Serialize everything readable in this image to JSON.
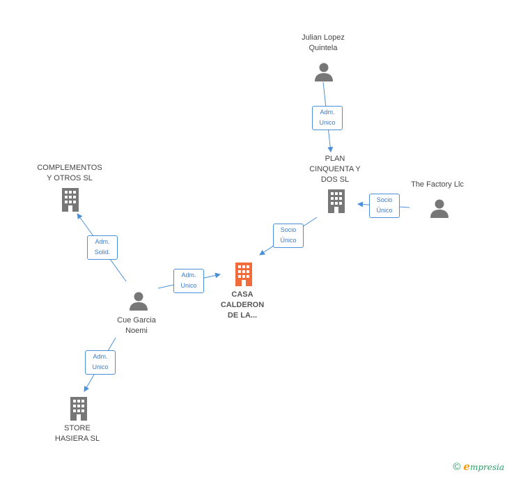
{
  "colors": {
    "edge": "#4a90d9",
    "node": "#777777",
    "main_node": "#f26b3a",
    "label": "#444444"
  },
  "nodes": {
    "julian": {
      "label": "Julian Lopez\nQuintela",
      "kind": "person",
      "icon": "person-icon"
    },
    "plan": {
      "label": "PLAN\nCINQUENTA Y\nDOS SL",
      "kind": "company",
      "icon": "building-icon"
    },
    "factory": {
      "label": "The Factory Llc",
      "kind": "person",
      "icon": "person-icon"
    },
    "complementos": {
      "label": "COMPLEMENTOS\nY OTROS SL",
      "kind": "company",
      "icon": "building-icon"
    },
    "casa": {
      "label": "CASA\nCALDERON\nDE LA...",
      "kind": "company-main",
      "icon": "building-icon"
    },
    "cue": {
      "label": "Cue Garcia\nNoemi",
      "kind": "person",
      "icon": "person-icon"
    },
    "store": {
      "label": "STORE\nHASIERA  SL",
      "kind": "company",
      "icon": "building-icon"
    }
  },
  "edges": [
    {
      "from": "julian",
      "to": "plan",
      "label": "Adm.\nUnico"
    },
    {
      "from": "factory",
      "to": "plan",
      "label": "Socio\nÚnico"
    },
    {
      "from": "plan",
      "to": "casa",
      "label": "Socio\nÚnico"
    },
    {
      "from": "cue",
      "to": "complementos",
      "label": "Adm.\nSolid."
    },
    {
      "from": "cue",
      "to": "casa",
      "label": "Adm.\nUnico"
    },
    {
      "from": "cue",
      "to": "store",
      "label": "Adm.\nUnico"
    }
  ],
  "footer": {
    "copyright_symbol": "©",
    "brand_initial": "e",
    "brand_rest": "mpresia"
  }
}
